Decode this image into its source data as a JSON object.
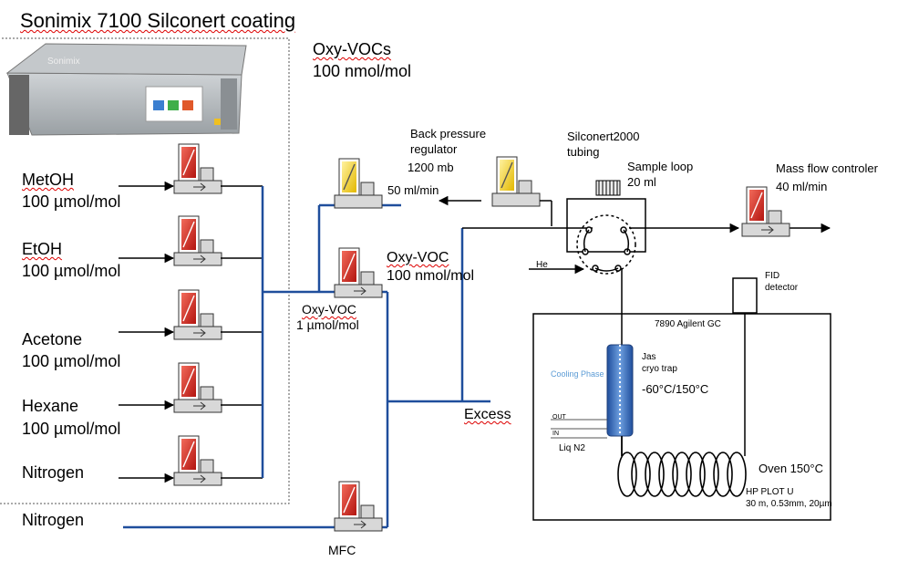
{
  "title": "Sonimix 7100 Silconert coating",
  "device": {
    "brand": "Sonimix"
  },
  "oxy_vocs": {
    "label": "Oxy-VOCs",
    "conc": "100 nmol/mol"
  },
  "gases": [
    {
      "name": "MetOH",
      "conc": "100 µmol/mol"
    },
    {
      "name": "EtOH",
      "conc": "100 µmol/mol"
    },
    {
      "name": "Acetone",
      "conc": "100 µmol/mol"
    },
    {
      "name": "Hexane",
      "conc": "100 µmol/mol"
    },
    {
      "name": "Nitrogen",
      "conc": ""
    }
  ],
  "nitrogen_bottom": "Nitrogen",
  "mfc_label": "MFC",
  "oxy_voc_1": {
    "label": "Oxy-VOC",
    "conc": "1 µmol/mol"
  },
  "oxy_voc_100": {
    "label": "Oxy-VOC",
    "conc": "100 nmol/mol"
  },
  "excess": "Excess",
  "back_pressure": {
    "line1": "Back pressure",
    "line2": "regulator",
    "line3": "1200 mb"
  },
  "flow_50": "50 ml/min",
  "silconert": {
    "line1": "Silconert2000",
    "line2": "tubing"
  },
  "sample_loop": {
    "line1": "Sample loop",
    "line2": "20 ml"
  },
  "mass_flow": {
    "line1": "Mass flow controler",
    "line2": "40 ml/min"
  },
  "he": "He",
  "fid": {
    "line1": "FID",
    "line2": "detector"
  },
  "gc": "7890 Agilent GC",
  "cooling": "Cooling Phase",
  "jas": {
    "line1": "Jas",
    "line2": "cryo trap"
  },
  "temp": "-60°C/150°C",
  "out": "OUT",
  "in": "IN",
  "liq": "Liq N2",
  "oven": "Oven 150°C",
  "column": {
    "line1": "HP PLOT U",
    "line2": "30 m, 0.53mm, 20µm"
  },
  "colors": {
    "line_blue": "#1f4e9c",
    "mfc_red": "#d9261c",
    "yellow": "#f4d01a",
    "cooling": "#5b9bd5"
  }
}
